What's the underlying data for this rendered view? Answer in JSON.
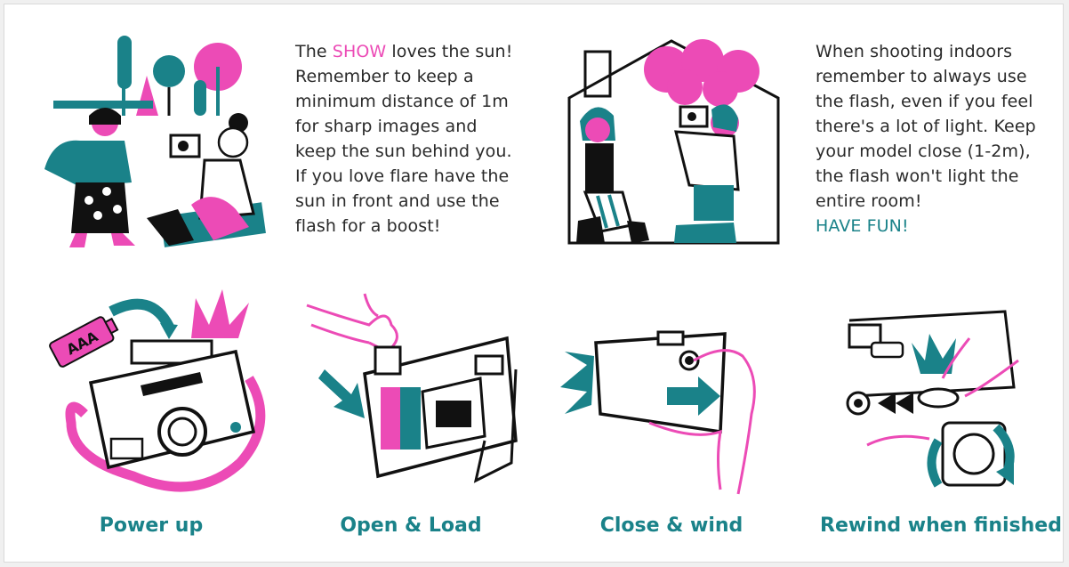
{
  "colors": {
    "pink": "#ec4bb6",
    "teal": "#1a8289",
    "ink": "#111111",
    "text": "#2a2a2a"
  },
  "outdoor": {
    "line1_before": "The ",
    "line1_highlight": "SHOW",
    "line1_after": " loves the sun!",
    "lines": [
      "Remember to keep a",
      "minimum distance of 1m",
      "for sharp images and",
      "keep the sun behind you.",
      "If you love flare have the",
      "sun in front and use the",
      "flash for a boost!"
    ]
  },
  "indoor": {
    "lines": [
      "When shooting indoors",
      "remember to always use",
      "the flash, even if you feel",
      "there's a lot of light. Keep",
      "your model close (1-2m),",
      "the flash won't light the",
      "entire room!"
    ],
    "cta": "HAVE FUN!"
  },
  "steps": [
    {
      "label": "Power up",
      "battery_text": "AAA"
    },
    {
      "label": "Open & Load"
    },
    {
      "label": "Close & wind"
    },
    {
      "label": "Rewind when finished"
    }
  ]
}
